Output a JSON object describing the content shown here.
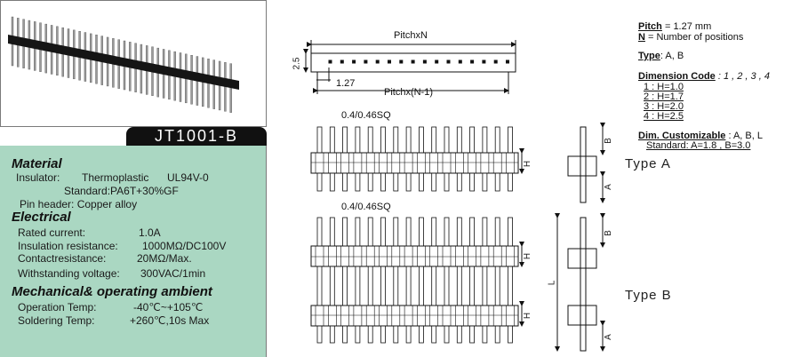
{
  "part_number": "JT1001-B",
  "material": {
    "heading": "Material",
    "insulator_label": "Insulator:",
    "insulator_value": "Thermoplastic",
    "insulator_grade": "UL94V-0",
    "standard": "Standard:PA6T+30%GF",
    "pin_header": "Pin header:  Copper alloy"
  },
  "electrical": {
    "heading": "Electrical",
    "rows": [
      {
        "label": "Rated current:",
        "value": "1.0A"
      },
      {
        "label": "Insulation resistance:",
        "value": "1000MΩ/DC100V"
      },
      {
        "label": "Contactresistance:",
        "value": "20MΩ/Max."
      },
      {
        "label": "Withstanding voltage:",
        "value": "300VAC/1min"
      }
    ]
  },
  "mechanical": {
    "heading": "Mechanical& operating ambient",
    "rows": [
      {
        "label": "Operation Temp:",
        "value": "-40℃~+105℃"
      },
      {
        "label": "Soldering Temp:",
        "value": "+260℃,10s Max"
      }
    ]
  },
  "drawing": {
    "pitch_n": "PitchxN",
    "pitch_n1": "Pitchx(N-1)",
    "pitch_value": "1.27",
    "height_value": "2.5",
    "pin_size_a": "0.4/0.46SQ",
    "pin_size_b": "0.4/0.46SQ",
    "dim_a": "A",
    "dim_b": "B",
    "dim_h": "H",
    "dim_l": "L",
    "type_a": "Type  A",
    "type_b": "Type  B"
  },
  "notes": {
    "pitch_label": "Pitch",
    "pitch_value": " = 1.27  mm",
    "n_label": "N",
    "n_value": " = Number of positions",
    "type_label": "Type",
    "type_value": ":  A,  B",
    "dim_code_label": "Dimension Code",
    "dim_code_value": " : 1 , 2 , 3 , 4",
    "codes": [
      "1 : H=1.0",
      "2 : H=1.7",
      "3 : H=2.0",
      "4 : H=2.5"
    ],
    "custom_label": "Dim. Customizable",
    "custom_value": " :   A,  B,  L",
    "custom_std": "Standard: A=1.8  , B=3.0"
  }
}
